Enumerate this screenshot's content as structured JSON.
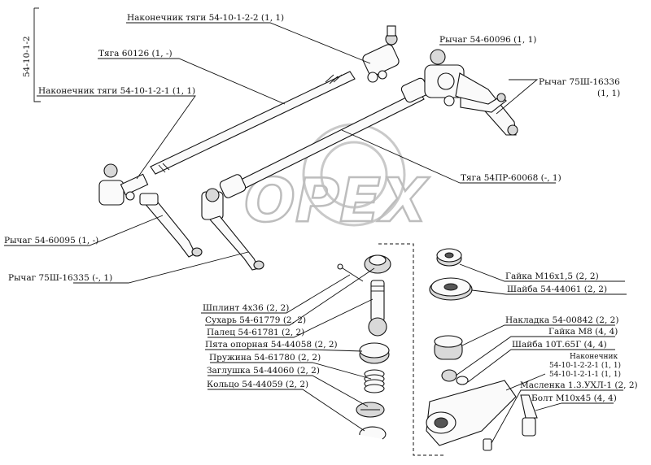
{
  "assembly": {
    "code": "54-10-1-2"
  },
  "watermark": {
    "text": "OPEX"
  },
  "labels": {
    "tip_tie_rod_2": "Наконечник тяги 54-10-1-2-2 (1, 1)",
    "tie_rod_60126": "Тяга 60126 (1, -)",
    "tip_tie_rod_1": "Наконечник тяги 54-10-1-2-1 (1, 1)",
    "lever_60096": "Рычаг 54-60096 (1, 1)",
    "lever_75sh_16336_a": "Рычаг 75Ш-16336",
    "lever_75sh_16336_b": "(1, 1)",
    "tie_rod_54pr": "Тяга 54ПР-60068 (-, 1)",
    "lever_60095": "Рычаг 54-60095 (1, -)",
    "lever_75sh_16335": "Рычаг 75Ш-16335 (-, 1)",
    "cotter_pin": "Шплинт 4x36 (2, 2)",
    "cracker": "Сухарь 54-61779 (2, 2)",
    "ball_pin": "Палец 54-61781 (2, 2)",
    "support_heel": "Пята опорная 54-44058 (2, 2)",
    "spring": "Пружина 54-61780 (2, 2)",
    "plug": "Заглушка 54-44060 (2, 2)",
    "ring": "Кольцо 54-44059 (2, 2)",
    "nut_m16": "Гайка М16х1,5 (2, 2)",
    "washer_44061": "Шайба 54-44061 (2, 2)",
    "cover_plate": "Накладка 54-00842 (2, 2)",
    "nut_m8": "Гайка М8 (4, 4)",
    "washer_10t": "Шайба 10Т.65Г (4, 4)",
    "tip_header": "Наконечник",
    "tip_variant_1": "54-10-1-2-2-1 (1, 1)",
    "tip_variant_2": "54-10-1-2-1-1 (1, 1)",
    "grease_fitting": "Масленка 1.3.УХЛ-1 (2, 2)",
    "bolt_m10": "Болт М10х45 (4, 4)"
  }
}
